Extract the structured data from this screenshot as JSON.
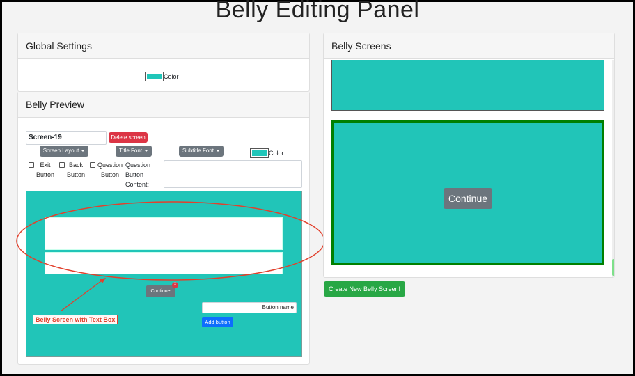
{
  "page": {
    "title": "Belly Editing Panel"
  },
  "global_settings": {
    "header": "Global Settings",
    "color_label": "Color",
    "color": "#20c6b9"
  },
  "preview": {
    "header": "Belly Preview",
    "screen_name": "Screen-19",
    "delete_label": "Delete screen",
    "screen_layout_label": "Screen Layout",
    "title_font_label": "Title Font",
    "subtitle_font_label": "Subtitle Font",
    "color_label": "Color",
    "checkboxes": {
      "exit": "Exit\nButton",
      "back": "Back\nButton",
      "question": "Question\nButton"
    },
    "question_content_label": "Question\nButton\nContent:",
    "canvas_color": "#21c5b8",
    "continue_label": "Continue",
    "close_label": "X",
    "button_name_placeholder": "Button name",
    "add_button_label": "Add button"
  },
  "annotation": {
    "label": "Belly Screen with Text Box",
    "color": "#e2402c"
  },
  "screens": {
    "header": "Belly Screens",
    "thumb_continue_label": "Continue",
    "create_label": "Create New Belly Screen!",
    "selected_border_color": "#008000"
  }
}
